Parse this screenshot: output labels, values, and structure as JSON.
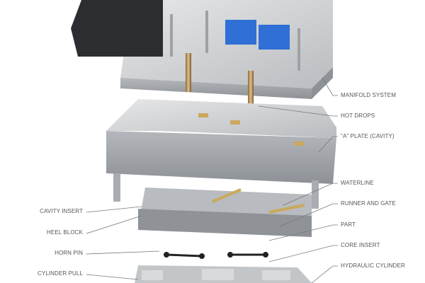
{
  "diagram": {
    "right_labels": [
      "MANIFOLD SYSTEM",
      "HOT DROPS",
      "\"A\" PLATE (CAVITY)",
      "WATERLINE",
      "RUNNER AND GATE",
      "PART",
      "CORE INSERT",
      "HYDRAULIC CYLINDER"
    ],
    "left_labels": [
      "CAVITY INSERT",
      "HEEL BLOCK",
      "HORN PIN",
      "CYLINDER PULL"
    ]
  }
}
